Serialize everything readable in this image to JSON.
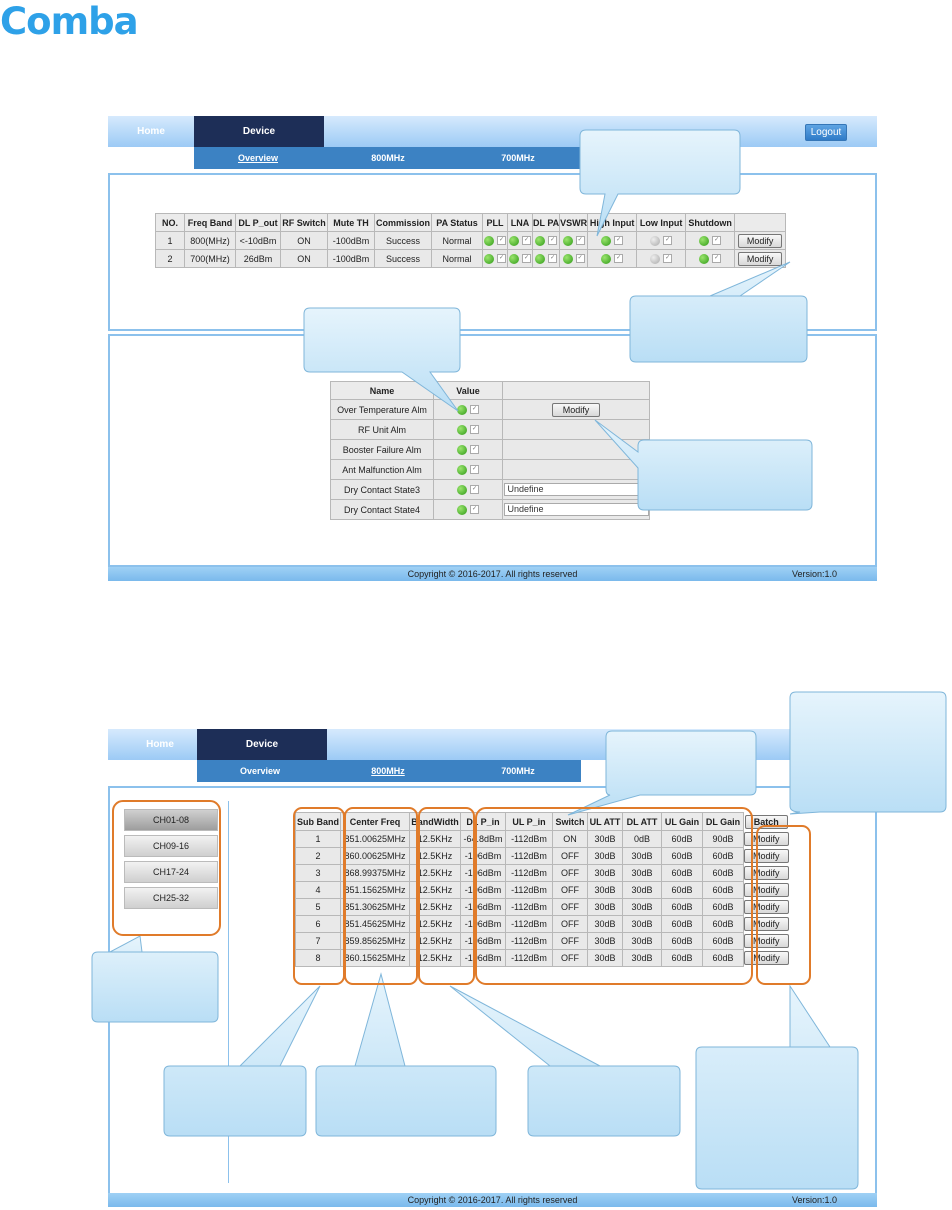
{
  "brand": {
    "logo_text": "Comba",
    "logo_color": "#2ea1e8"
  },
  "colors": {
    "nav_dark": "#1d2e57",
    "subnav": "#3c82c3",
    "callout_fill": "#cfe8f8",
    "highlight": "#e07b2a",
    "led_on": "#2e9a16"
  },
  "screen1": {
    "nav": {
      "home": "Home",
      "device": "Device",
      "logout": "Logout"
    },
    "tabs": [
      "Overview",
      "800MHz",
      "700MHz"
    ],
    "band_table": {
      "headers": [
        "NO.",
        "Freq Band",
        "DL P_out",
        "RF Switch",
        "Mute TH",
        "Commission",
        "PA Status",
        "PLL",
        "LNA",
        "DL PA",
        "VSWR",
        "High Input",
        "Low Input",
        "Shutdown",
        ""
      ],
      "rows": [
        {
          "no": "1",
          "freq": "800(MHz)",
          "pout": "<-10dBm",
          "rf": "ON",
          "mute": "-100dBm",
          "comm": "Success",
          "pa": "Normal",
          "modify": "Modify"
        },
        {
          "no": "2",
          "freq": "700(MHz)",
          "pout": "26dBm",
          "rf": "ON",
          "mute": "-100dBm",
          "comm": "Success",
          "pa": "Normal",
          "modify": "Modify"
        }
      ]
    },
    "alarm_table": {
      "headers": [
        "Name",
        "Value",
        ""
      ],
      "rows": [
        {
          "name": "Over Temperature Alm",
          "extra": "Modify"
        },
        {
          "name": "RF Unit Alm",
          "extra": ""
        },
        {
          "name": "Booster Failure Alm",
          "extra": ""
        },
        {
          "name": "Ant Malfunction Alm",
          "extra": ""
        },
        {
          "name": "Dry Contact State3",
          "extra": "Undefine"
        },
        {
          "name": "Dry Contact State4",
          "extra": "Undefine"
        }
      ]
    },
    "footer": {
      "copyright": "Copyright © 2016-2017. All rights reserved",
      "version": "Version:1.0"
    }
  },
  "screen2": {
    "nav": {
      "home": "Home",
      "device": "Device"
    },
    "tabs": [
      "Overview",
      "800MHz",
      "700MHz"
    ],
    "channel_buttons": [
      "CH01-08",
      "CH09-16",
      "CH17-24",
      "CH25-32"
    ],
    "batch": "Batch",
    "headers": [
      "Sub Band",
      "Center Freq",
      "BandWidth",
      "DL P_in",
      "UL P_in",
      "Switch",
      "UL ATT",
      "DL ATT",
      "UL Gain",
      "DL Gain"
    ],
    "rows": [
      {
        "sub": "1",
        "freq": "851.00625MHz",
        "bw": "12.5KHz",
        "dlp": "-64.8dBm",
        "ulp": "-112dBm",
        "sw": "ON",
        "ulatt": "30dB",
        "dlatt": "0dB",
        "ulg": "60dB",
        "dlg": "90dB",
        "mod": "Modify"
      },
      {
        "sub": "2",
        "freq": "860.00625MHz",
        "bw": "12.5KHz",
        "dlp": "-106dBm",
        "ulp": "-112dBm",
        "sw": "OFF",
        "ulatt": "30dB",
        "dlatt": "30dB",
        "ulg": "60dB",
        "dlg": "60dB",
        "mod": "Modify"
      },
      {
        "sub": "3",
        "freq": "868.99375MHz",
        "bw": "12.5KHz",
        "dlp": "-106dBm",
        "ulp": "-112dBm",
        "sw": "OFF",
        "ulatt": "30dB",
        "dlatt": "30dB",
        "ulg": "60dB",
        "dlg": "60dB",
        "mod": "Modify"
      },
      {
        "sub": "4",
        "freq": "851.15625MHz",
        "bw": "12.5KHz",
        "dlp": "-106dBm",
        "ulp": "-112dBm",
        "sw": "OFF",
        "ulatt": "30dB",
        "dlatt": "30dB",
        "ulg": "60dB",
        "dlg": "60dB",
        "mod": "Modify"
      },
      {
        "sub": "5",
        "freq": "851.30625MHz",
        "bw": "12.5KHz",
        "dlp": "-106dBm",
        "ulp": "-112dBm",
        "sw": "OFF",
        "ulatt": "30dB",
        "dlatt": "30dB",
        "ulg": "60dB",
        "dlg": "60dB",
        "mod": "Modify"
      },
      {
        "sub": "6",
        "freq": "851.45625MHz",
        "bw": "12.5KHz",
        "dlp": "-106dBm",
        "ulp": "-112dBm",
        "sw": "OFF",
        "ulatt": "30dB",
        "dlatt": "30dB",
        "ulg": "60dB",
        "dlg": "60dB",
        "mod": "Modify"
      },
      {
        "sub": "7",
        "freq": "859.85625MHz",
        "bw": "12.5KHz",
        "dlp": "-106dBm",
        "ulp": "-112dBm",
        "sw": "OFF",
        "ulatt": "30dB",
        "dlatt": "30dB",
        "ulg": "60dB",
        "dlg": "60dB",
        "mod": "Modify"
      },
      {
        "sub": "8",
        "freq": "860.15625MHz",
        "bw": "12.5KHz",
        "dlp": "-106dBm",
        "ulp": "-112dBm",
        "sw": "OFF",
        "ulatt": "30dB",
        "dlatt": "30dB",
        "ulg": "60dB",
        "dlg": "60dB",
        "mod": "Modify"
      }
    ],
    "footer": {
      "copyright": "Copyright © 2016-2017. All rights reserved",
      "version": "Version:1.0"
    }
  }
}
